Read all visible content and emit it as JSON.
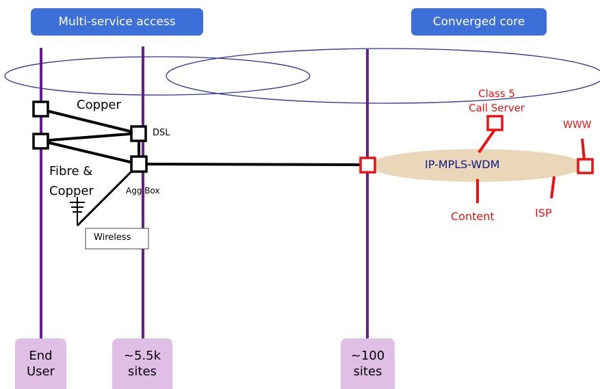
{
  "headers": {
    "access": "Multi-service access",
    "core": "Converged core"
  },
  "sites": {
    "end_user": "End\nUser",
    "agg_sites": "~5.5k\nsites",
    "core_sites": "~100\nsites"
  },
  "labels": {
    "copper": "Copper",
    "dsl": "DSL",
    "fibre_copper": "Fibre &\nCopper",
    "agg_box": "Agg Box",
    "wireless": "Wireless",
    "ip_mpls_wdm": "IP-MPLS-WDM",
    "class5": "Class 5\nCall Server",
    "www": "WWW",
    "content": "Content",
    "isp": "ISP"
  },
  "colors": {
    "header_bg": "#3c6fd8",
    "site_bg": "#e0bfe6",
    "vertical_line": "#6a1b9a",
    "core_link": "#ee1111",
    "cloud": "#ead6b8",
    "ellipse": "#2a2f8f"
  }
}
